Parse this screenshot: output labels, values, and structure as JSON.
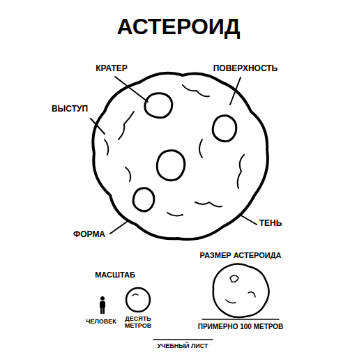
{
  "diagram": {
    "title": "АСТЕРОИД",
    "caption": "УЧЕБНЫЙ ЛИСТ",
    "labels": [
      "КРАТЕР",
      "ПОВЕРХНОСТЬ",
      "ВЫСТУП",
      "ФОРМА",
      "ТЕНЬ",
      "МАСШТАБ",
      "ЧЕЛОВЕК",
      "ДЕСЯТЬ МЕТРОВ",
      "РАЗМЕР АСТЕРОИДА",
      "ПРИМЕРНО 100 МЕТРОВ"
    ]
  }
}
